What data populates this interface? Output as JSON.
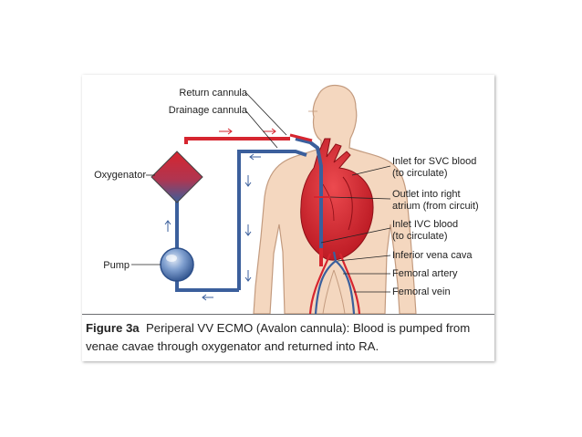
{
  "diagram": {
    "labels": {
      "return_cannula": "Return cannula",
      "drainage_cannula": "Drainage cannula",
      "oxygenator": "Oxygenator",
      "pump": "Pump",
      "inlet_svc_1": "Inlet for SVC blood",
      "inlet_svc_2": "(to circulate)",
      "outlet_ra_1": "Outlet into right",
      "outlet_ra_2": "atrium (from circuit)",
      "inlet_ivc_1": "Inlet IVC blood",
      "inlet_ivc_2": "(to circulate)",
      "ivc": "Inferior vena cava",
      "femoral_artery": "Femoral artery",
      "femoral_vein": "Femoral vein"
    },
    "colors": {
      "oxygenated": "#d6252f",
      "deoxygenated": "#3b5f9c",
      "skin": "#f4d7bf",
      "skin_outline": "#c39b7f",
      "heart": "#d9232d"
    }
  },
  "caption": {
    "label": "Figure 3a",
    "text": "Periperal VV ECMO (Avalon cannula): Blood is pumped from venae cavae through oxygenator and returned into RA."
  }
}
